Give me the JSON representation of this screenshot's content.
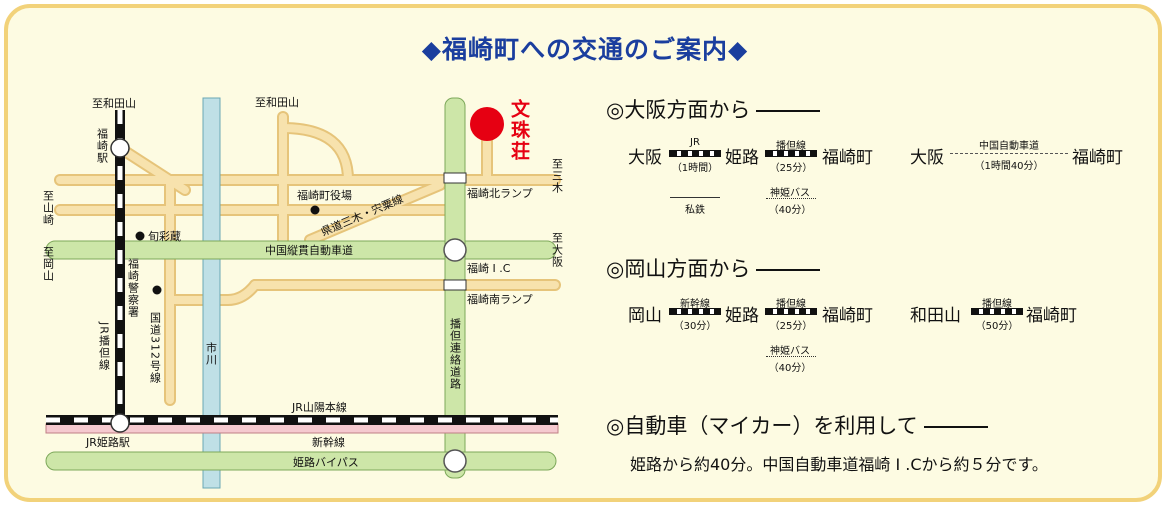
{
  "title": "◆福崎町への交通のご案内◆",
  "map": {
    "destination": "文珠荘",
    "labels": {
      "to_wadayama_1": "至和田山",
      "to_wadayama_2": "至和田山",
      "fukusaki_station": "福崎駅",
      "to_yamasaki": "至山崎",
      "to_yamaoka": "至岡山",
      "to_miki": "至三木",
      "to_osaka": "至大阪",
      "town_hall": "福崎町役場",
      "shunsaikura": "旬彩蔵",
      "police": "福崎警察署",
      "kendo": "県道三木・宍粟線",
      "chugoku_expressway": "中国縦貫自動車道",
      "fukusaki_ic": "福崎 I .C",
      "north_ramp": "福崎北ランプ",
      "south_ramp": "福崎南ランプ",
      "route312": "国道312号線",
      "ichikawa": "市川",
      "jr_bantan": "JR播但線",
      "bantan_renraku": "播但連絡道路",
      "sanyo_line": "JR山陽本線",
      "himeji_station": "JR姫路駅",
      "shinkansen": "新幹線",
      "himeji_bypass": "姫路バイパス"
    }
  },
  "osaka": {
    "heading": "◎大阪方面から",
    "route1": {
      "from": "大阪",
      "line1": "JR",
      "time1": "（1時間）",
      "via": "姫路",
      "line2": "播但線",
      "time2": "（25分）",
      "to": "福崎町"
    },
    "alt": {
      "private": "私鉄",
      "bus": "神姫バス",
      "bus_time": "（40分）"
    },
    "route2": {
      "from": "大阪",
      "line": "中国自動車道",
      "time": "（1時間40分）",
      "to": "福崎町"
    }
  },
  "okayama": {
    "heading": "◎岡山方面から",
    "route1": {
      "from": "岡山",
      "line1": "新幹線",
      "time1": "（30分）",
      "via": "姫路",
      "line2": "播但線",
      "time2": "（25分）",
      "to": "福崎町"
    },
    "alt": {
      "bus": "神姫バス",
      "bus_time": "（40分）"
    },
    "route2": {
      "from": "和田山",
      "line": "播但線",
      "time": "（50分）",
      "to": "福崎町"
    }
  },
  "car": {
    "heading": "◎自動車（マイカー）を利用して",
    "note": "姫路から約40分。中国自動車道福崎 I .Cから約５分です。"
  },
  "colors": {
    "title": "#1a3e9e",
    "frame": "#f2d27a",
    "background": "#fdfbe2",
    "road": "#f4d99a",
    "expressway": "#cde6a8",
    "river": "#bfe0e6",
    "destination": "#e60012"
  }
}
